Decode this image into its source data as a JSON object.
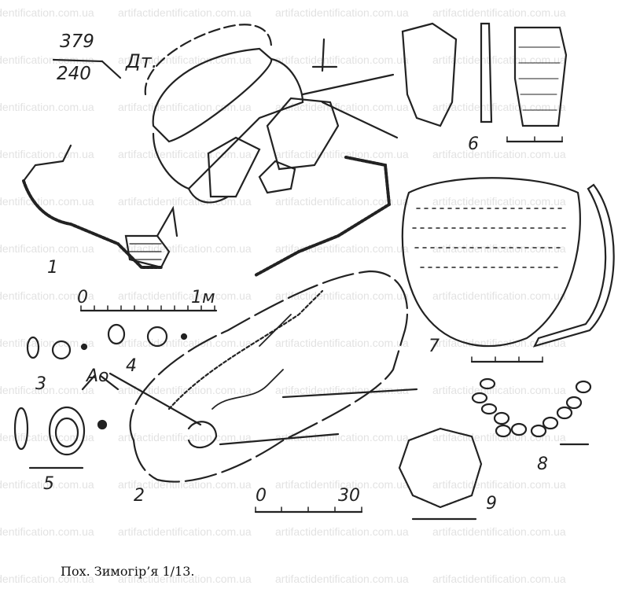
{
  "watermark": "artifactidentification.com.ua",
  "caption": "Пох. Зимогір’я 1/13.",
  "labels": {
    "depth_top": "379",
    "depth_bottom": "240",
    "dt": "Дт.",
    "fig1": "1",
    "scale1_zero": "0",
    "scale1_end": "1м",
    "fig2": "2",
    "scale2_zero": "0",
    "scale2_end": "30",
    "fig3": "3",
    "ao": "Ao",
    "fig4": "4",
    "fig5": "5",
    "fig6": "6",
    "fig7": "7",
    "fig8": "8",
    "fig9": "9"
  },
  "colors": {
    "ink": "#222222",
    "background": "#ffffff"
  }
}
